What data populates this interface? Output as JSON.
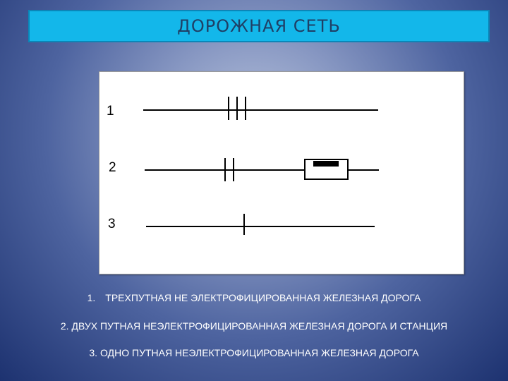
{
  "title": "ДОРОЖНАЯ СЕТЬ",
  "diagram": {
    "rows": [
      {
        "number": "1",
        "symbol": "triple-track-marks"
      },
      {
        "number": "2",
        "symbol": "double-track-marks-with-station"
      },
      {
        "number": "3",
        "symbol": "single-track-mark"
      }
    ]
  },
  "captions": [
    {
      "number": "1.",
      "text": "ТРЕХПУТНАЯ НЕ ЭЛЕКТРОФИЦИРОВАННАЯ ЖЕЛЕЗНАЯ ДОРОГА"
    },
    {
      "number": "2.",
      "text": "ДВУХ ПУТНАЯ НЕЭЛЕКТРОФИЦИРОВАННАЯ ЖЕЛЕЗНАЯ ДОРОГА И СТАНЦИЯ"
    },
    {
      "number": "3.",
      "text": "ОДНО ПУТНАЯ НЕЭЛЕКТРОФИЦИРОВАННАЯ ЖЕЛЕЗНАЯ ДОРОГА"
    }
  ],
  "colors": {
    "title_bar": "#13b7ea",
    "title_text": "#1f3f66",
    "caption_text": "#ffffff"
  }
}
